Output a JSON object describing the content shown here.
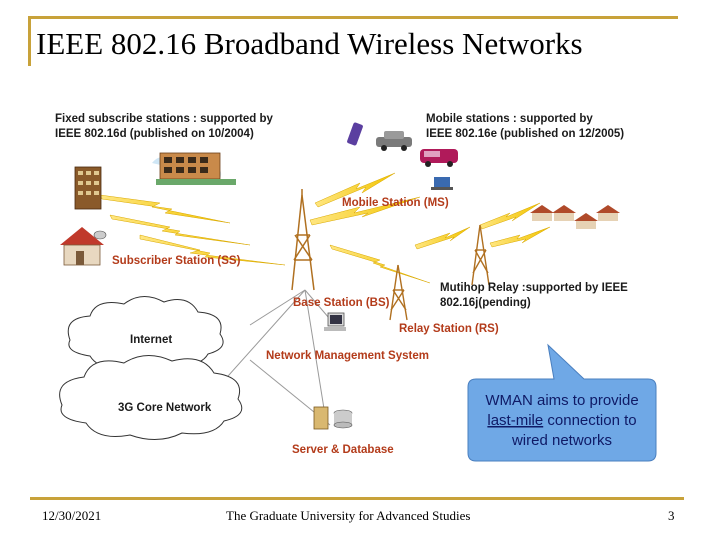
{
  "slide": {
    "title": "IEEE 802.16 Broadband Wireless Networks",
    "footer_date": "12/30/2021",
    "footer_institution": "The Graduate University for Advanced Studies",
    "page_number": "3"
  },
  "diagram": {
    "fixed_line1": "Fixed subscribe stations : supported by",
    "fixed_line2": "IEEE 802.16d (published on 10/2004)",
    "mobile_line1": "Mobile stations : supported by",
    "mobile_line2": "IEEE 802.16e (published on 12/2005)",
    "mobile_station": "Mobile Station (MS)",
    "subscriber_station": "Subscriber Station (SS)",
    "multihop_line1": "Mutihop Relay :supported by IEEE",
    "multihop_line2": "802.16j(pending)",
    "base_station": "Base Station (BS)",
    "relay_station": "Relay Station (RS)",
    "internet": "Internet",
    "nms": "Network Management System",
    "core_network": "3G Core Network",
    "server_db": "Server & Database",
    "callout_line1": "WMAN aims to provide",
    "callout_line2_a": "last-mile",
    "callout_line2_b": " connection to",
    "callout_line3": "wired networks"
  },
  "colors": {
    "frame": "#c8a23a",
    "label_red": "#b33b1a",
    "signal_yellow": "#f2c400",
    "callout_fill": "#6fa8e6",
    "callout_text": "#0f1a66"
  }
}
